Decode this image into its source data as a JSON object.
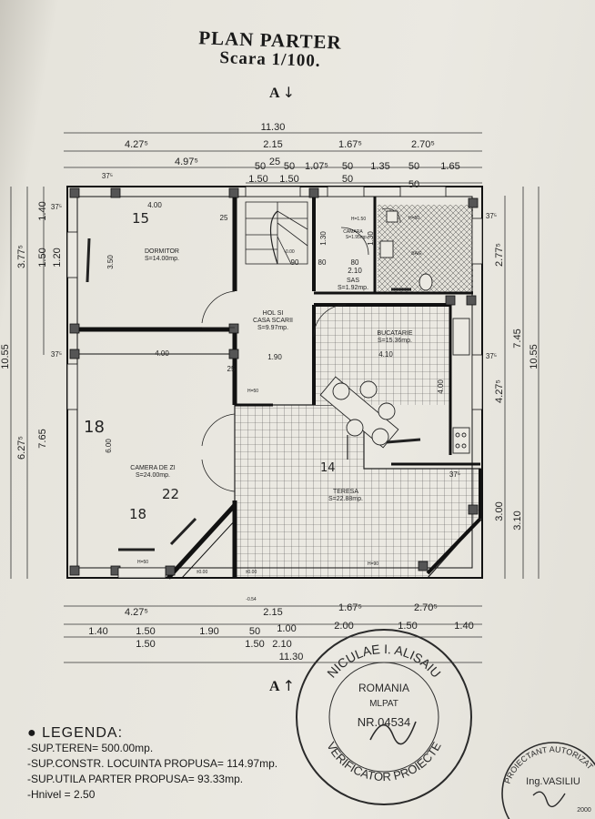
{
  "title": "PLAN PARTER",
  "scale": "Scara 1/100.",
  "section_top": "A",
  "section_bottom": "A",
  "rooms": {
    "dormitor": {
      "name": "DORMITOR",
      "area": "S=14.00mp."
    },
    "hol": {
      "name1": "HOL SI",
      "name2": "CASA SCARII",
      "area": "S=9.97mp."
    },
    "camara": {
      "name": "CAMARA",
      "area": "S=1.95mp."
    },
    "baie": {
      "name": "BAIE"
    },
    "sas": {
      "name": "SAS",
      "area": "S=1.92mp."
    },
    "bucatarie": {
      "name": "BUCATARIE",
      "area": "S=15.36mp."
    },
    "camera": {
      "name": "CAMERA DE ZI",
      "area": "S=24.00mp."
    },
    "terasa": {
      "name": "TERESA",
      "area": "S=22.88mp."
    }
  },
  "dims_top": {
    "total": "11.30",
    "r1": [
      "4.27⁵",
      "2.15",
      "1.67⁵",
      "2.70⁵"
    ],
    "r2": [
      "4.97⁵",
      "50",
      "25",
      "50",
      "1.07⁵",
      "50",
      "1.35",
      "50",
      "1.65"
    ],
    "r3": [
      "1.50",
      "1.50",
      "50",
      "50"
    ]
  },
  "dims_bottom": {
    "r1": [
      "4.27⁵",
      "2.15",
      "1.67⁵",
      "2.70⁵"
    ],
    "r2": [
      "1.40",
      "1.50",
      "1.90",
      "50",
      "1.00",
      "2.00",
      "1.50",
      "1.40"
    ],
    "r3": [
      "1.50",
      "1.50",
      "2.10"
    ],
    "total": "11.30"
  },
  "dims_left": [
    "10.55",
    "3.77⁵",
    "6.27⁵",
    "1.40",
    "1.50",
    "1.20",
    "7.65"
  ],
  "dims_right": [
    "10.55",
    "7.45",
    "2.77⁵",
    "4.27⁵",
    "3.00",
    "3.10"
  ],
  "inner_dims": [
    "4.00",
    "3.50",
    "25",
    "4.00",
    "25",
    "1.90",
    "6.00",
    "4.10",
    "4.00",
    "90",
    "80",
    "80",
    "2.10",
    "1.30",
    "1.30",
    "37⁵",
    "37⁵",
    "37⁵",
    "37⁵",
    "37⁵",
    "37⁵"
  ],
  "markings": [
    "H=50",
    "H=50",
    "H=90",
    "H=1.50",
    "H=50",
    "±0.00",
    "-0.00",
    "-0.54",
    "±0.00"
  ],
  "handwritten": [
    "15",
    "18",
    "18",
    "22",
    "14"
  ],
  "legend": {
    "heading": "LEGENDA:",
    "lines": [
      "-SUP.TEREN= 500.00mp.",
      "-SUP.CONSTR. LOCUINTA PROPUSA= 114.97mp.",
      "-SUP.UTILA PARTER PROPUSA= 93.33mp.",
      "-Hnivel = 2.50"
    ]
  },
  "stamp": {
    "top": "NICULAE I. ALISAIU",
    "country": "ROMANIA",
    "ministry": "MLPAT",
    "number": "NR.04534",
    "role": "VERIFICATOR PROIECTE"
  },
  "stamp2": {
    "role": "PROIECTANT AUTORIZAT",
    "name": "Ing.VASILIU",
    "year": "2000"
  }
}
